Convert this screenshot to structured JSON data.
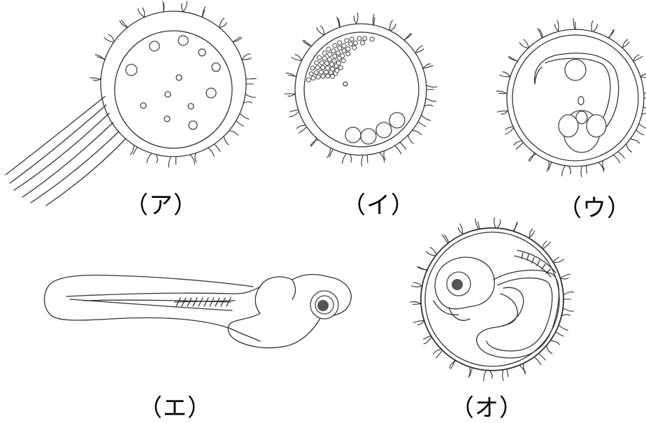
{
  "figure": {
    "labels": {
      "a": "（ア）",
      "i": "（イ）",
      "u": "（ウ）",
      "e": "（エ）",
      "o": "（オ）"
    }
  }
}
